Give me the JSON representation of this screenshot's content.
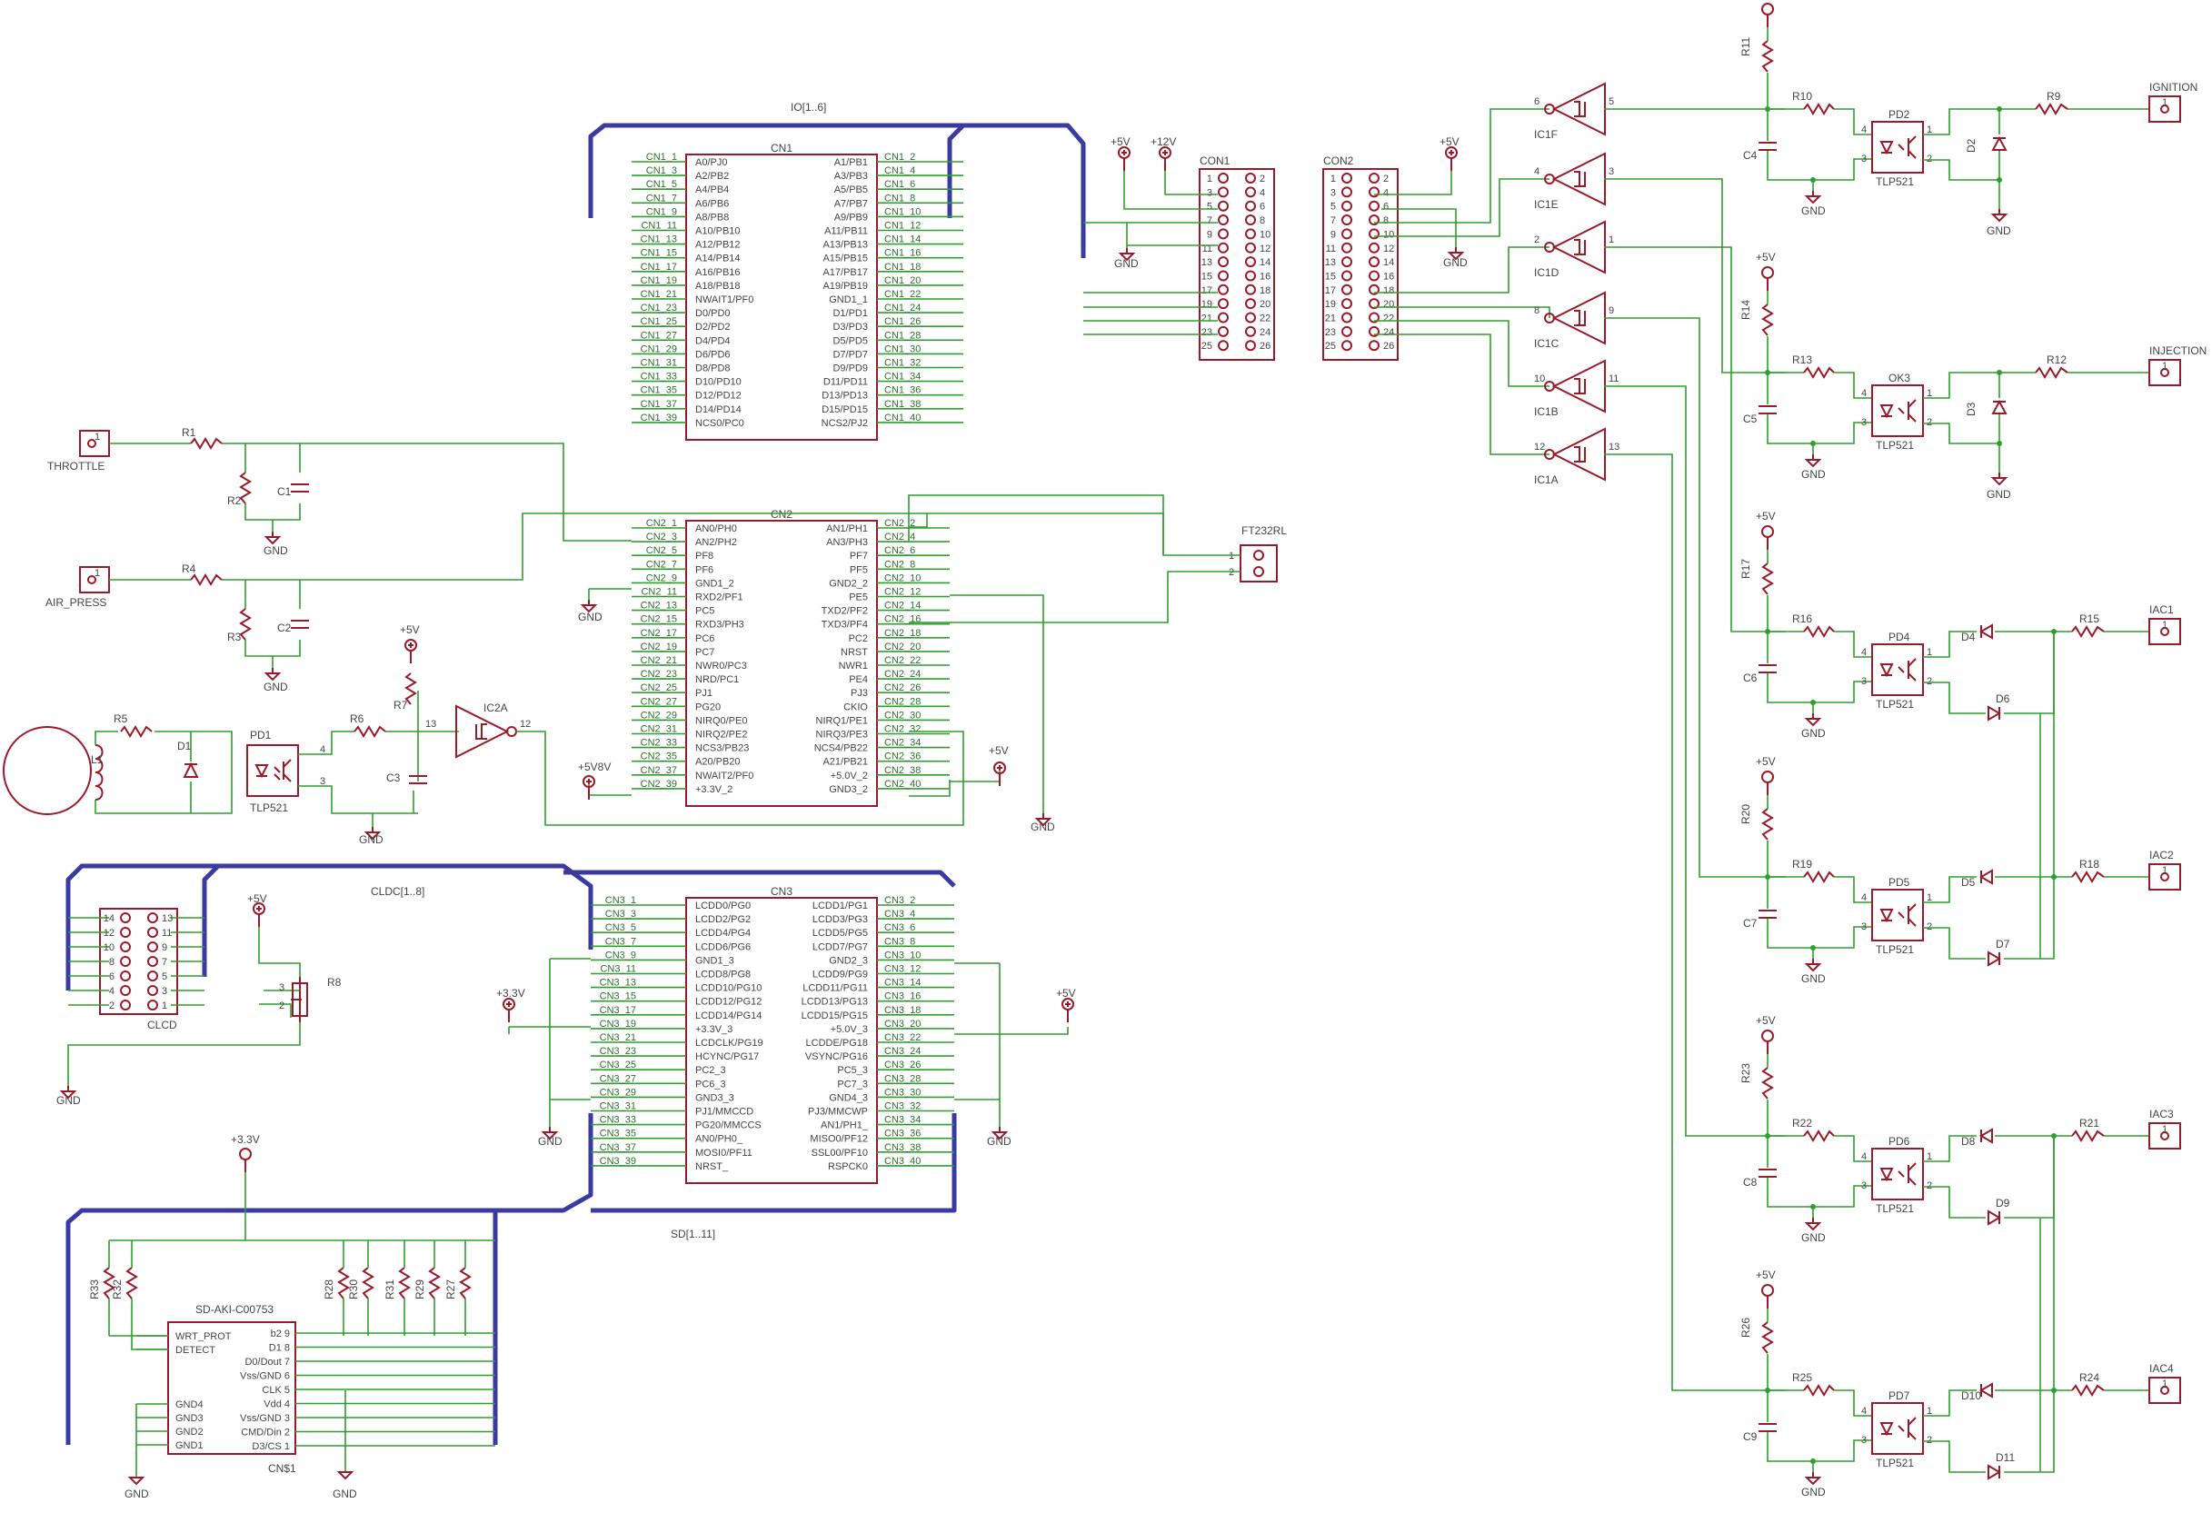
{
  "title": "",
  "buses": {
    "io": "IO[1..6]",
    "lcdc": "CLDC[1..8]",
    "sd": "SD[1..11]"
  },
  "cn1": {
    "name": "CN1",
    "left_nets": [
      "CN1_1",
      "CN1_3",
      "CN1_5",
      "CN1_7",
      "CN1_9",
      "CN1_11",
      "CN1_13",
      "CN1_15",
      "CN1_17",
      "CN1_19",
      "CN1_21",
      "CN1_23",
      "CN1_25",
      "CN1_27",
      "CN1_29",
      "CN1_31",
      "CN1_33",
      "CN1_35",
      "CN1_37",
      "CN1_39"
    ],
    "left_pins": [
      "A0/PJ0",
      "A2/PB2",
      "A4/PB4",
      "A6/PB6",
      "A8/PB8",
      "A10/PB10",
      "A12/PB12",
      "A14/PB14",
      "A16/PB16",
      "A18/PB18",
      "NWAIT1/PF0",
      "D0/PD0",
      "D2/PD2",
      "D4/PD4",
      "D6/PD6",
      "D8/PD8",
      "D10/PD10",
      "D12/PD12",
      "D14/PD14",
      "NCS0/PC0"
    ],
    "right_pins": [
      "A1/PB1",
      "A3/PB3",
      "A5/PB5",
      "A7/PB7",
      "A9/PB9",
      "A11/PB11",
      "A13/PB13",
      "A15/PB15",
      "A17/PB17",
      "A19/PB19",
      "GND1_1",
      "D1/PD1",
      "D3/PD3",
      "D5/PD5",
      "D7/PD7",
      "D9/PD9",
      "D11/PD11",
      "D13/PD13",
      "D15/PD15",
      "NCS2/PJ2"
    ],
    "right_nets": [
      "CN1_2",
      "CN1_4",
      "CN1_6",
      "CN1_8",
      "CN1_10",
      "CN1_12",
      "CN1_14",
      "CN1_16",
      "CN1_18",
      "CN1_20",
      "CN1_22",
      "CN1_24",
      "CN1_26",
      "CN1_28",
      "CN1_30",
      "CN1_32",
      "CN1_34",
      "CN1_36",
      "CN1_38",
      "CN1_40"
    ]
  },
  "cn2": {
    "name": "CN2",
    "left_nets": [
      "CN2_1",
      "CN2_3",
      "CN2_5",
      "CN2_7",
      "CN2_9",
      "CN2_11",
      "CN2_13",
      "CN2_15",
      "CN2_17",
      "CN2_19",
      "CN2_21",
      "CN2_23",
      "CN2_25",
      "CN2_27",
      "CN2_29",
      "CN2_31",
      "CN2_33",
      "CN2_35",
      "CN2_37",
      "CN2_39"
    ],
    "left_pins": [
      "AN0/PH0",
      "AN2/PH2",
      "PF8",
      "PF6",
      "GND1_2",
      "RXD2/PF1",
      "PC5",
      "RXD3/PH3",
      "PC6",
      "PC7",
      "NWR0/PC3",
      "NRD/PC1",
      "PJ1",
      "PG20",
      "NIRQ0/PE0",
      "NIRQ2/PE2",
      "NCS3/PB23",
      "A20/PB20",
      "NWAIT2/PF0",
      "+3.3V_2"
    ],
    "right_pins": [
      "AN1/PH1",
      "AN3/PH3",
      "PF7",
      "PF5",
      "GND2_2",
      "PE5",
      "TXD2/PF2",
      "TXD3/PF4",
      "PC2",
      "NRST",
      "NWR1",
      "PE4",
      "PJ3",
      "CKIO",
      "NIRQ1/PE1",
      "NIRQ3/PE3",
      "NCS4/PB22",
      "A21/PB21",
      "+5.0V_2",
      "GND3_2"
    ],
    "right_nets": [
      "CN2_2",
      "CN2_4",
      "CN2_6",
      "CN2_8",
      "CN2_10",
      "CN2_12",
      "CN2_14",
      "CN2_16",
      "CN2_18",
      "CN2_20",
      "CN2_22",
      "CN2_24",
      "CN2_26",
      "CN2_28",
      "CN2_30",
      "CN2_32",
      "CN2_34",
      "CN2_36",
      "CN2_38",
      "CN2_40"
    ]
  },
  "cn3": {
    "name": "CN3",
    "left_nets": [
      "CN3_1",
      "CN3_3",
      "CN3_5",
      "CN3_7",
      "CN3_9",
      "CN3_11",
      "CN3_13",
      "CN3_15",
      "CN3_17",
      "CN3_19",
      "CN3_21",
      "CN3_23",
      "CN3_25",
      "CN3_27",
      "CN3_29",
      "CN3_31",
      "CN3_33",
      "CN3_35",
      "CN3_37",
      "CN3_39"
    ],
    "left_pins": [
      "LCDD0/PG0",
      "LCDD2/PG2",
      "LCDD4/PG4",
      "LCDD6/PG6",
      "GND1_3",
      "LCDD8/PG8",
      "LCDD10/PG10",
      "LCDD12/PG12",
      "LCDD14/PG14",
      "+3.3V_3",
      "LCDCLK/PG19",
      "HCYNC/PG17",
      "PC2_3",
      "PC6_3",
      "GND3_3",
      "PJ1/MMCCD",
      "PG20/MMCCS",
      "AN0/PH0_",
      "MOSI0/PF11",
      "NRST_"
    ],
    "right_pins": [
      "LCDD1/PG1",
      "LCDD3/PG3",
      "LCDD5/PG5",
      "LCDD7/PG7",
      "GND2_3",
      "LCDD9/PG9",
      "LCDD11/PG11",
      "LCDD13/PG13",
      "LCDD15/PG15",
      "+5.0V_3",
      "LCDDE/PG18",
      "VSYNC/PG16",
      "PC5_3",
      "PC7_3",
      "GND4_3",
      "PJ3/MMCWP",
      "AN1/PH1_",
      "MISO0/PF12",
      "SSL00/PF10",
      "RSPCK0"
    ],
    "right_nets": [
      "CN3_2",
      "CN3_4",
      "CN3_6",
      "CN3_8",
      "CN3_10",
      "CN3_12",
      "CN3_14",
      "CN3_16",
      "CN3_18",
      "CN3_20",
      "CN3_22",
      "CN3_24",
      "CN3_26",
      "CN3_28",
      "CN3_30",
      "CN3_32",
      "CN3_34",
      "CN3_36",
      "CN3_38",
      "CN3_40"
    ]
  },
  "con1": {
    "name": "CON1",
    "odd": [
      "1",
      "3",
      "5",
      "7",
      "9",
      "11",
      "13",
      "15",
      "17",
      "19",
      "21",
      "23",
      "25"
    ],
    "even": [
      "2",
      "4",
      "6",
      "8",
      "10",
      "12",
      "14",
      "16",
      "18",
      "20",
      "22",
      "24",
      "26"
    ]
  },
  "con2": {
    "name": "CON2",
    "odd": [
      "1",
      "3",
      "5",
      "7",
      "9",
      "11",
      "13",
      "15",
      "17",
      "19",
      "21",
      "23",
      "25"
    ],
    "even": [
      "2",
      "4",
      "6",
      "8",
      "10",
      "12",
      "14",
      "16",
      "18",
      "20",
      "22",
      "24",
      "26"
    ]
  },
  "clcd": {
    "name": "CLCD",
    "left": [
      "14",
      "12",
      "10",
      "8",
      "6",
      "4",
      "2"
    ],
    "right": [
      "13",
      "11",
      "9",
      "7",
      "5",
      "3",
      "1"
    ]
  },
  "ft232": {
    "name": "FT232RL",
    "pins": [
      "1",
      "2"
    ]
  },
  "power": {
    "v5": "+5V",
    "v12": "+12V",
    "v33": "+3.3V",
    "v5v8": "+5V8V",
    "gnd": "GND"
  },
  "inputs": {
    "throttle": "THROTTLE",
    "air_press": "AIR_PRESS",
    "pin": "1"
  },
  "outputs": [
    {
      "label": "IGNITION",
      "pin": "1"
    },
    {
      "label": "INJECTION",
      "pin": "1"
    },
    {
      "label": "IAC1",
      "pin": "1"
    },
    {
      "label": "IAC2",
      "pin": "1"
    },
    {
      "label": "IAC3",
      "pin": "1"
    },
    {
      "label": "IAC4",
      "pin": "1"
    }
  ],
  "inverters": [
    {
      "name": "IC1F",
      "in": "6",
      "out": "5"
    },
    {
      "name": "IC1E",
      "in": "4",
      "out": "3"
    },
    {
      "name": "IC1D",
      "in": "2",
      "out": "1"
    },
    {
      "name": "IC1C",
      "in": "8",
      "out": "9"
    },
    {
      "name": "IC1B",
      "in": "10",
      "out": "11"
    },
    {
      "name": "IC1A",
      "in": "12",
      "out": "13"
    }
  ],
  "ic2a": {
    "name": "IC2A",
    "in": "13",
    "out": "12"
  },
  "drivers": [
    {
      "pull": "R11",
      "ser": "R10",
      "cap": "C4",
      "opto": "PD2",
      "diode": "D2",
      "out_r": "R9"
    },
    {
      "pull": "R14",
      "ser": "R13",
      "cap": "C5",
      "opto": "OK3",
      "diode": "D3",
      "out_r": "R12"
    },
    {
      "pull": "R17",
      "ser": "R16",
      "cap": "C6",
      "opto": "PD4",
      "d_top": "D4",
      "d_bot": "D6",
      "out_r": "R15"
    },
    {
      "pull": "R20",
      "ser": "R19",
      "cap": "C7",
      "opto": "PD5",
      "d_top": "D5",
      "d_bot": "D7",
      "out_r": "R18"
    },
    {
      "pull": "R23",
      "ser": "R22",
      "cap": "C8",
      "opto": "PD6",
      "d_top": "D8",
      "d_bot": "D9",
      "out_r": "R21"
    },
    {
      "pull": "R26",
      "ser": "R25",
      "cap": "C9",
      "opto": "PD7",
      "d_top": "D10",
      "d_bot": "D11",
      "out_r": "R24"
    }
  ],
  "opto_part": "TLP521",
  "opto_pins": [
    "4",
    "3",
    "1",
    "2"
  ],
  "analog": {
    "r1": "R1",
    "r2": "R2",
    "c1": "C1",
    "r4": "R4",
    "r3": "R3",
    "c2": "C2"
  },
  "pickup": {
    "l1": "L1",
    "r5": "R5",
    "d1": "D1",
    "pd1": "PD1",
    "r6": "R6",
    "r7": "R7",
    "c3": "C3",
    "part": "TLP521",
    "p4": "4",
    "p3": "3"
  },
  "pot": {
    "name": "R8",
    "p2": "2",
    "p3": "3"
  },
  "sd_card": {
    "name": "SD-AKI-C00753",
    "ref": "CN$1",
    "left": [
      "WRT_PROT",
      "DETECT",
      "GND4",
      "GND3",
      "GND2",
      "GND1"
    ],
    "right": [
      "b2 9",
      "D1 8",
      "D0/Dout 7",
      "Vss/GND 6",
      "CLK 5",
      "Vdd 4",
      "Vss/GND 3",
      "CMD/Din 2",
      "D3/CS 1"
    ],
    "resistors": [
      "R33",
      "R32",
      "R28",
      "R30",
      "R31",
      "R29",
      "R27"
    ]
  }
}
